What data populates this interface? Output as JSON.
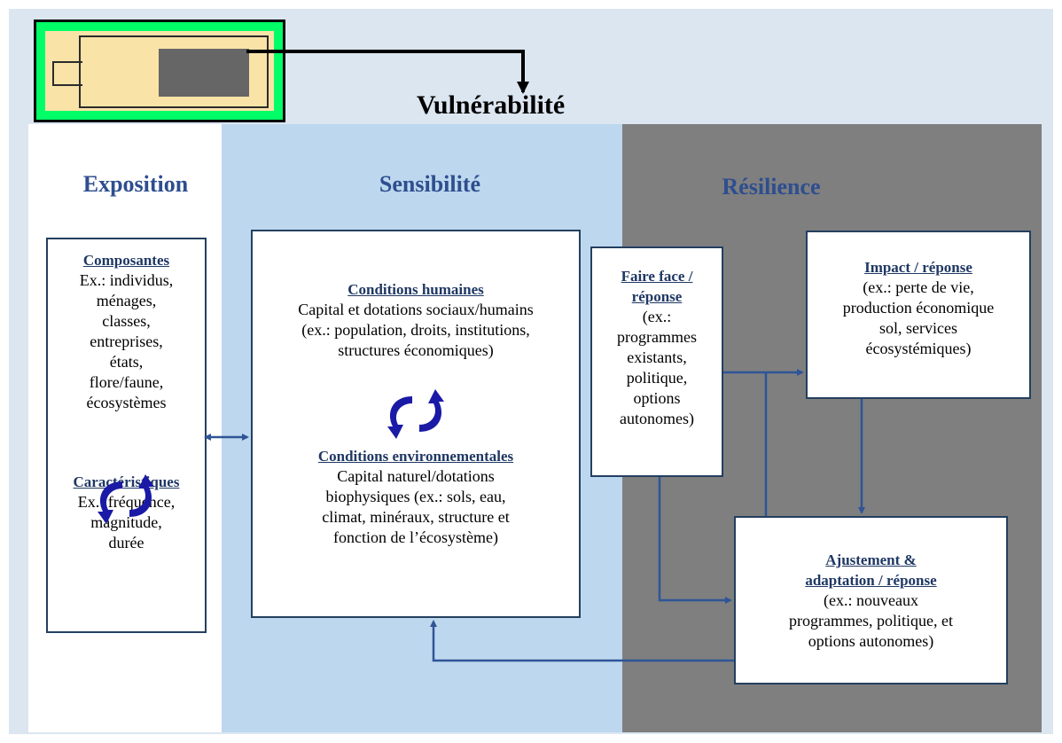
{
  "title": "Vulnérabilité",
  "columns": {
    "exposition": "Exposition",
    "sensibilite": "Sensibilité",
    "resilience": "Résilience"
  },
  "exposition_box": {
    "heading1": "Composantes",
    "lines1": [
      "Ex.: individus,",
      "ménages,",
      "classes,",
      "entreprises,",
      "états,",
      "flore/faune,",
      "écosystèmes"
    ],
    "heading2": "Caractéristiques",
    "lines2": [
      "Ex.: fréquence,",
      "magnitude,",
      "durée"
    ]
  },
  "sensibilite_box": {
    "heading1": "Conditions humaines",
    "lines1": [
      "Capital et dotations sociaux/humains",
      "(ex.: population, droits, institutions,",
      "structures économiques)"
    ],
    "heading2": "Conditions environnementales",
    "lines2": [
      "Capital naturel/dotations",
      "biophysiques (ex.: sols, eau,",
      "climat, minéraux, structure et",
      "fonction de l’écosystème)"
    ]
  },
  "faire_face_box": {
    "heading": [
      "Faire face /",
      "réponse"
    ],
    "lines": [
      "(ex.:",
      "programmes",
      "existants,",
      "politique,",
      "options",
      "autonomes)"
    ]
  },
  "impact_box": {
    "heading": "Impact / réponse",
    "lines": [
      "(ex.: perte de vie,",
      "production économique",
      "sol, services",
      "écosystémiques)"
    ]
  },
  "ajustement_box": {
    "heading": [
      "Ajustement &",
      "adaptation / réponse"
    ],
    "lines": [
      "(ex.: nouveaux",
      "programmes, politique, et",
      "options autonomes)"
    ]
  },
  "colors": {
    "heading_blue": "#2e4e8f",
    "arrow": "#2f5597",
    "cycle_icon": "#1a1aa6"
  }
}
